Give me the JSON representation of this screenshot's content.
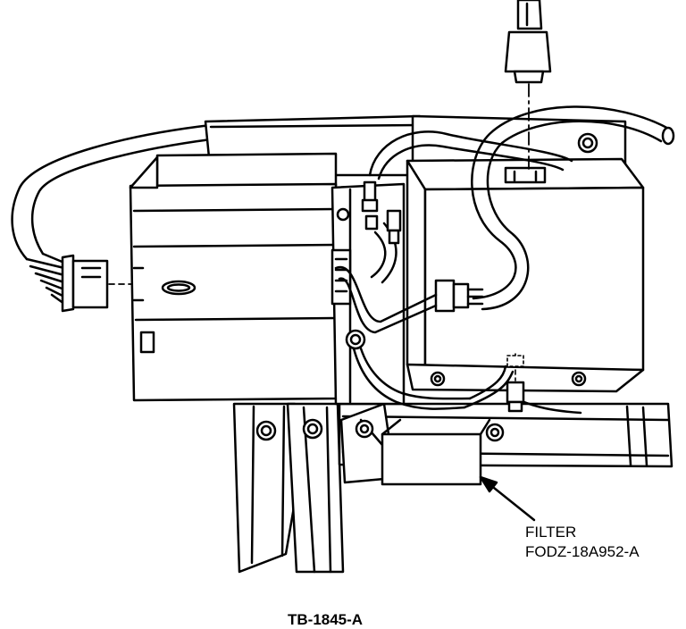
{
  "callout": {
    "name": "FILTER",
    "part_number": "FODZ-18A952-A"
  },
  "figure_id": "TB-1845-A",
  "colors": {
    "ink": "#000000",
    "paper": "#ffffff"
  }
}
